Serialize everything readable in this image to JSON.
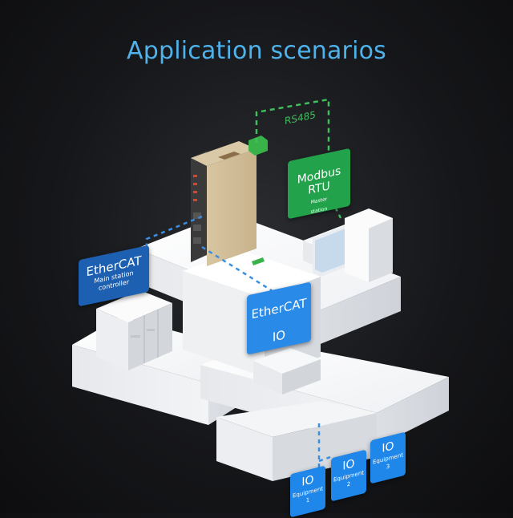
{
  "title": "Application scenarios",
  "colors": {
    "title": "#4fb2ea",
    "ethercat_tag": "#1d5fb0",
    "modbus_tag": "#22a24a",
    "ethercat_io_tag": "#2a8ae8",
    "io_card": "#1f86ea",
    "rs485_line": "#3fbe5c",
    "ethernet_line": "#3a8ee0"
  },
  "labels": {
    "rs485": "RS485",
    "ethercat_master": {
      "line1": "EtherCAT",
      "line2": "Main station",
      "line3": "controller"
    },
    "modbus_rtu": {
      "line1": "Modbus RTU",
      "line2": "Master",
      "line3": "station"
    },
    "ethercat_io": {
      "line1": "EtherCAT",
      "line2": "IO"
    }
  },
  "io_equipment": [
    {
      "io": "IO",
      "label": "Equipment",
      "number": "1"
    },
    {
      "io": "IO",
      "label": "Equipment",
      "number": "2"
    },
    {
      "io": "IO",
      "label": "Equipment",
      "number": "3"
    }
  ],
  "icons": {
    "gateway": "gateway-device-icon",
    "plc": "plc-controller-icon",
    "hmi": "hmi-monitor-icon",
    "io_module": "io-module-icon"
  }
}
